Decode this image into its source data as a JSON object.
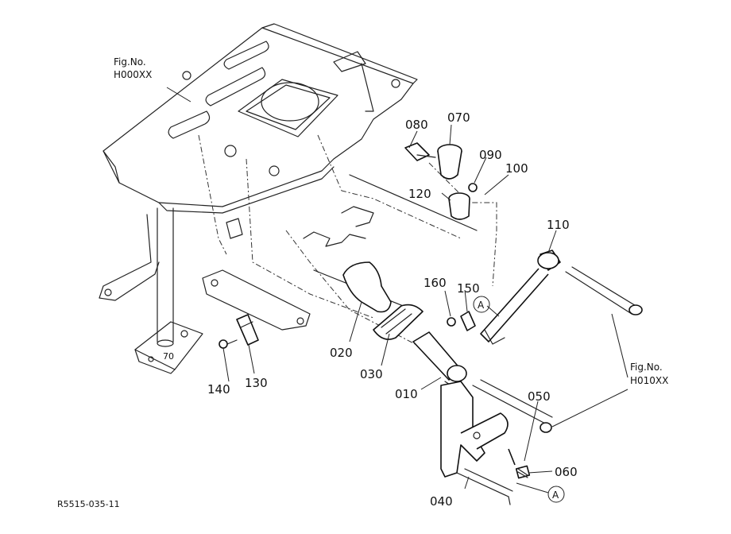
{
  "refs": {
    "fig_top": [
      "Fig.No.",
      "H000XX"
    ],
    "fig_right": [
      "Fig.No.",
      "H010XX"
    ]
  },
  "part_labels": {
    "p010": "010",
    "p020": "020",
    "p030": "030",
    "p040": "040",
    "p050": "050",
    "p060": "060",
    "p070": "070",
    "p080": "080",
    "p090": "090",
    "p100": "100",
    "p110": "110",
    "p120": "120",
    "p130": "130",
    "p140": "140",
    "p150": "150",
    "p160": "160"
  },
  "callout": {
    "a_upper": "A",
    "a_lower": "A"
  },
  "plate_mark": "70",
  "drawing_code": "R5515-035-11"
}
